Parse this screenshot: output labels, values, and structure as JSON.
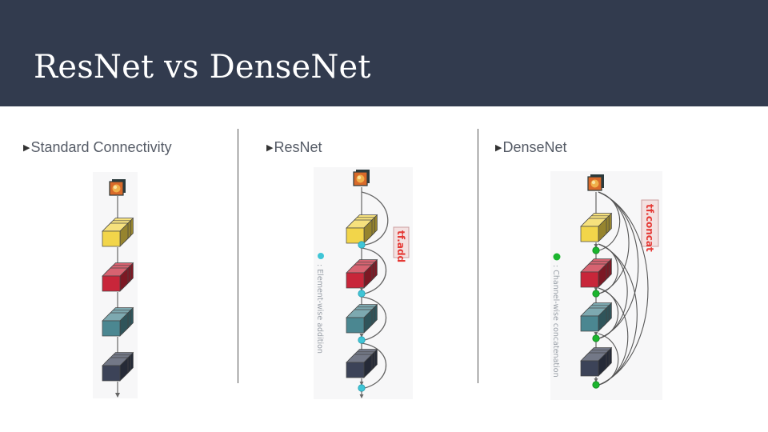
{
  "header": {
    "title": "ResNet vs DenseNet"
  },
  "columns": [
    {
      "heading": "Standard Connectivity"
    },
    {
      "heading": "ResNet",
      "op_tag": "tf.add",
      "legend": ": Element-wise addition"
    },
    {
      "heading": "DenseNet",
      "op_tag": "tf.concat",
      "legend": ": Channel-wise concatenation"
    }
  ],
  "colors": {
    "header_bg": "#323b4e",
    "layer_yellow": "#f2d54a",
    "layer_red": "#c8263a",
    "layer_teal": "#4b8791",
    "layer_dark": "#3c4358",
    "add_node": "#3fc5d6",
    "concat_node": "#1bb52e",
    "tag_text": "#e53935"
  }
}
